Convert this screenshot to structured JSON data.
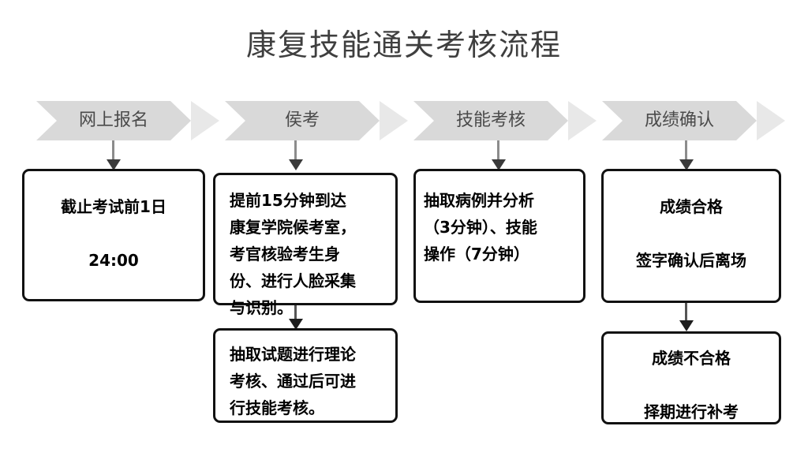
{
  "title": "康复技能通关考核流程",
  "colors": {
    "chevron_body": "#d9d9d9",
    "chevron_tip": "#e8e8e8",
    "chevron_text": "#4a4a4a",
    "box_border": "#111111",
    "box_background": "#ffffff",
    "box_text": "#000000",
    "title_text": "#3f3f3f",
    "arrow_light": "#8c8c8c",
    "arrow_dark": "#2b2b2b",
    "page_background": "#ffffff"
  },
  "stages": [
    {
      "id": "stage-online-registration",
      "label": "网上报名"
    },
    {
      "id": "stage-waiting-for-exam",
      "label": "侯考"
    },
    {
      "id": "stage-skill-assessment",
      "label": "技能考核"
    },
    {
      "id": "stage-score-confirmation",
      "label": "成绩确认"
    }
  ],
  "boxes": [
    {
      "id": "box-registration-deadline",
      "text": "截止考试前1日\n\n24:00",
      "align": "center"
    },
    {
      "id": "box-arrival-identity-check",
      "text": "提前15分钟到达\n康复学院候考室，\n考官核验考生身\n份、进行人脸采集\n与识别。",
      "align": "left"
    },
    {
      "id": "box-theory-exam",
      "text": "抽取试题进行理论\n考核、通过后可进\n行技能考核。",
      "align": "left"
    },
    {
      "id": "box-case-analysis-operation",
      "text": "抽取病例并分析\n（3分钟）、技能\n操作（7分钟）",
      "align": "left"
    },
    {
      "id": "box-pass-result",
      "text": "成绩合格\n\n签字确认后离场",
      "align": "center"
    },
    {
      "id": "box-fail-result",
      "text": "成绩不合格\n\n择期进行补考",
      "align": "center"
    }
  ],
  "arrows": [
    {
      "id": "arrow-stage1-to-box1",
      "kind": "light"
    },
    {
      "id": "arrow-stage2-to-box2",
      "kind": "light"
    },
    {
      "id": "arrow-stage3-to-box4",
      "kind": "light"
    },
    {
      "id": "arrow-stage4-to-box5",
      "kind": "light"
    },
    {
      "id": "arrow-box2-to-box3",
      "kind": "dark"
    },
    {
      "id": "arrow-box5-to-box6",
      "kind": "dark"
    }
  ]
}
